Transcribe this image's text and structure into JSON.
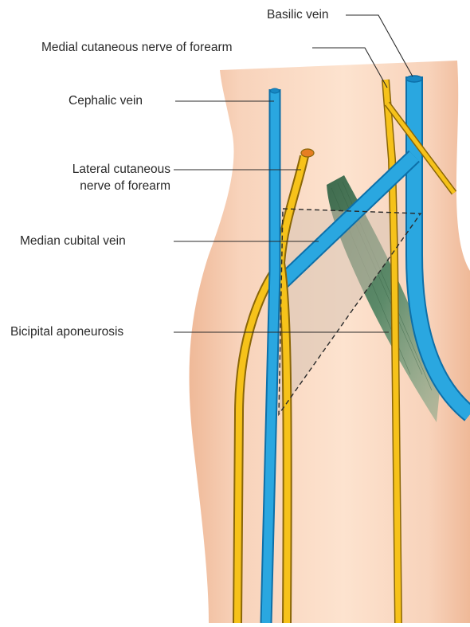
{
  "labels": {
    "basilic_vein": "Basilic vein",
    "medial_cutaneous": "Medial cutaneous nerve of forearm",
    "cephalic_vein": "Cephalic vein",
    "lateral_cutaneous_line1": "Lateral cutaneous",
    "lateral_cutaneous_line2": "nerve of forearm",
    "median_cubital_vein": "Median cubital vein",
    "bicipital_aponeurosis": "Bicipital aponeurosis"
  },
  "colors": {
    "skin_light": "#fde3cf",
    "skin_dark": "#efb998",
    "vein": "#2aa7e0",
    "vein_outline": "#0d6fa8",
    "nerve": "#f6c21a",
    "nerve_outline": "#8a6608",
    "muscle": "#4d7c5c",
    "aponeurosis": "#d7c3b2",
    "leader_line": "#2a2a2a"
  }
}
